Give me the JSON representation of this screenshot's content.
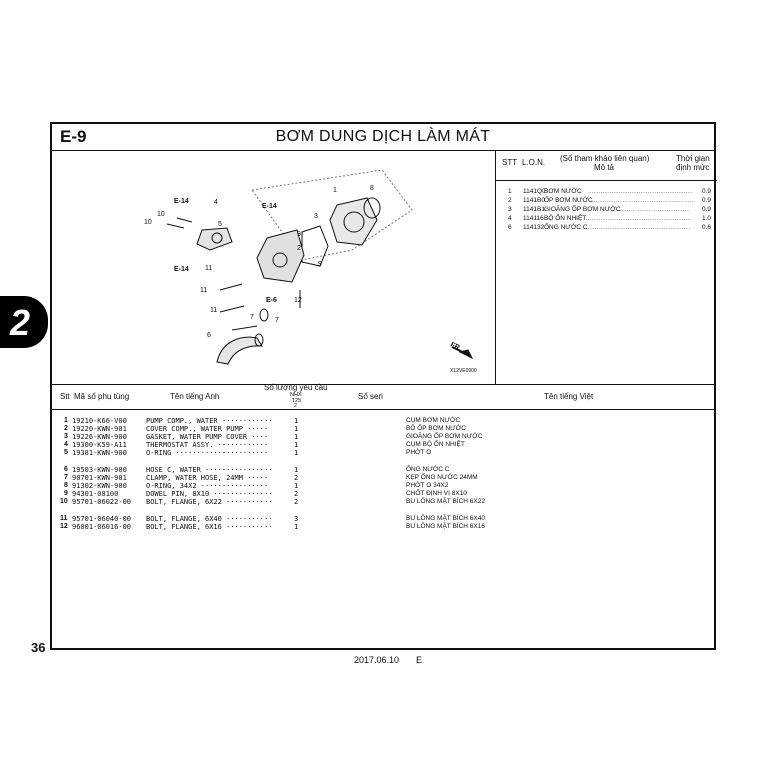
{
  "section_tab": "2",
  "header": {
    "code": "E-9",
    "title": "BƠM DUNG DỊCH LÀM MÁT"
  },
  "page_number": "36",
  "footer": {
    "date": "2017.06.10",
    "edition": "E"
  },
  "diagram": {
    "code": "X12VE0900",
    "fr_label": "FR.",
    "refs": {
      "e14_a": "E-14",
      "e14_b": "E-14",
      "e14_c": "E-14",
      "e6": "E-6"
    },
    "callouts": [
      "1",
      "8",
      "3",
      "4",
      "5",
      "10",
      "10",
      "9",
      "2",
      "9",
      "11",
      "11",
      "12",
      "11",
      "7",
      "7",
      "6"
    ]
  },
  "right_table": {
    "headers": {
      "stt": "STT",
      "lon": "L.O.N.",
      "ref": "(Số tham khảo liên quan)",
      "desc": "Mô tả",
      "time1": "Thời gian",
      "time2": "định mức"
    },
    "rows": [
      {
        "stt": "1",
        "lon": "1141Q0",
        "desc": "BƠM NƯỚC",
        "time": "0.9"
      },
      {
        "stt": "2",
        "lon": "1141B0",
        "desc": "ỐP BƠM NƯỚC",
        "time": "0.9"
      },
      {
        "stt": "3",
        "lon": "1141B1",
        "desc": "GIOĂNG ỐP BƠM NƯỚC",
        "time": "0.9"
      },
      {
        "stt": "4",
        "lon": "114116",
        "desc": "BỘ ỔN NHIỆT",
        "time": "1.0"
      },
      {
        "stt": "6",
        "lon": "114132",
        "desc": "ỐNG NƯỚC C",
        "time": "0.6"
      }
    ]
  },
  "parts_table": {
    "headers": {
      "stt": "Stt",
      "part_no": "Mã số phụ tùng",
      "name_en": "Tên tiếng Anh",
      "qty": "Số lượng yêu cầu",
      "model1": "NHX",
      "model2": "125",
      "model3": "2",
      "serial": "Số seri",
      "name_vn": "Tên tiếng Việt"
    },
    "rows": [
      {
        "stt": "1",
        "part_no": "19210-K66-V00",
        "name_en": "PUMP COMP., WATER ············",
        "qty": "1",
        "name_vn": "CỤM BƠM NƯỚC"
      },
      {
        "stt": "2",
        "part_no": "19220-KWN-901",
        "name_en": "COVER COMP., WATER PUMP ·····",
        "qty": "1",
        "name_vn": "BỘ ỐP BƠM NƯỚC"
      },
      {
        "stt": "3",
        "part_no": "19226-KWN-900",
        "name_en": "GASKET, WATER PUMP COVER ····",
        "qty": "1",
        "name_vn": "GIOĂNG ỐP BƠM NƯỚC"
      },
      {
        "stt": "4",
        "part_no": "19300-K59-A11",
        "name_en": "THERMOSTAT ASSY. ············",
        "qty": "1",
        "name_vn": "CỤM BỘ ỔN NHIỆT"
      },
      {
        "stt": "5",
        "part_no": "19381-KWN-900",
        "name_en": "O-RING ······················",
        "qty": "1",
        "name_vn": "PHỚT O"
      },
      {
        "stt": "6",
        "part_no": "19503-KWN-900",
        "name_en": "HOSE C, WATER ················",
        "qty": "1",
        "name_vn": "ỐNG NƯỚC C"
      },
      {
        "stt": "7",
        "part_no": "90701-KWN-901",
        "name_en": "CLAMP, WATER HOSE, 24MM ·····",
        "qty": "2",
        "name_vn": "KẸP ỐNG NƯỚC 24MM"
      },
      {
        "stt": "8",
        "part_no": "91302-KWN-900",
        "name_en": "O-RING, 34X2 ················",
        "qty": "1",
        "name_vn": "PHỚT O 34X2"
      },
      {
        "stt": "9",
        "part_no": "94301-08100",
        "name_en": "DOWEL PIN, 8X10 ··············",
        "qty": "2",
        "name_vn": "CHỐT ĐỊNH VỊ 8X10"
      },
      {
        "stt": "10",
        "part_no": "95701-06022-00",
        "name_en": "BOLT, FLANGE, 6X22 ···········",
        "qty": "2",
        "name_vn": "BU LÔNG MẶT BÍCH 6X22"
      },
      {
        "stt": "11",
        "part_no": "95701-06040-00",
        "name_en": "BOLT, FLANGE, 6X40 ···········",
        "qty": "3",
        "name_vn": "BU LÔNG MẶT BÍCH 6X40"
      },
      {
        "stt": "12",
        "part_no": "96001-06016-00",
        "name_en": "BOLT, FLANGE, 6X16 ···········",
        "qty": "1",
        "name_vn": "BU LÔNG MẶT BÍCH 6X16"
      }
    ]
  }
}
